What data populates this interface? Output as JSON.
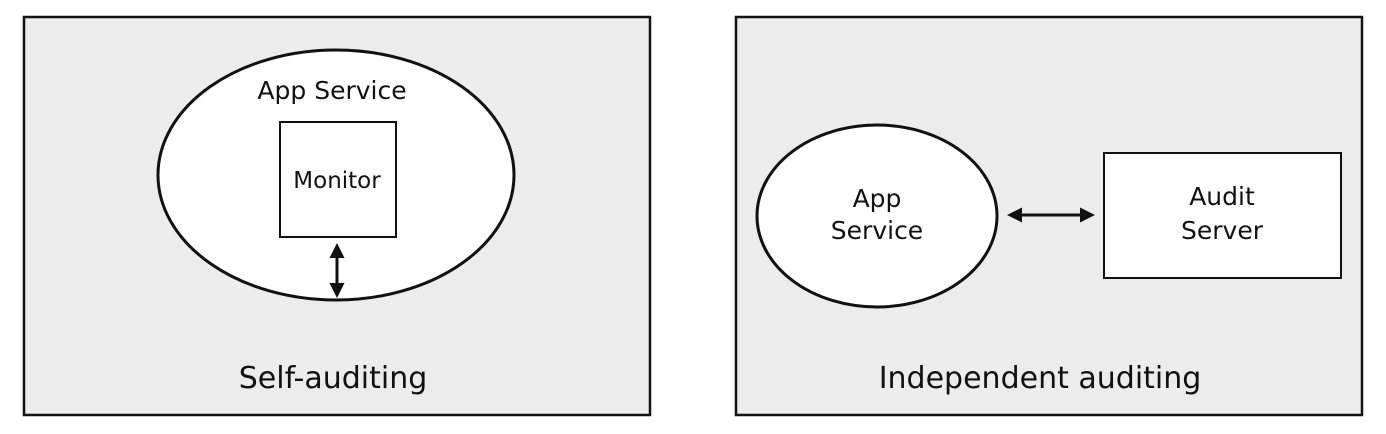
{
  "colors": {
    "panel_fill": "#ececec",
    "shape_fill": "#ffffff",
    "stroke": "#111111",
    "text": "#111111"
  },
  "left_panel": {
    "caption": "Self-auditing",
    "ellipse_label": "App Service",
    "box_label": "Monitor",
    "arrow": "vertical double-headed"
  },
  "right_panel": {
    "caption": "Independent auditing",
    "ellipse_label_line1": "App",
    "ellipse_label_line2": "Service",
    "box_label_line1": "Audit",
    "box_label_line2": "Server",
    "arrow": "horizontal double-headed"
  }
}
